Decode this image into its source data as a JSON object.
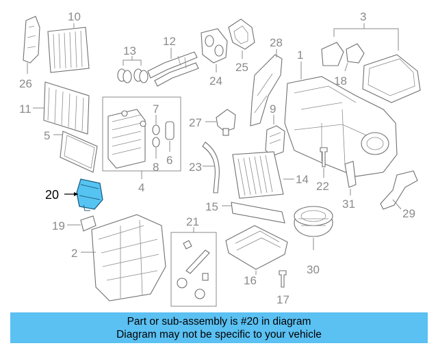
{
  "diagram": {
    "callouts": [
      "1",
      "2",
      "3",
      "4",
      "5",
      "6",
      "7",
      "8",
      "9",
      "10",
      "11",
      "12",
      "13",
      "14",
      "15",
      "16",
      "17",
      "18",
      "19",
      "20",
      "21",
      "22",
      "23",
      "24",
      "25",
      "26",
      "27",
      "28",
      "29",
      "30",
      "31"
    ],
    "highlighted_part": "20",
    "highlight_color": "#56c4f2"
  },
  "banner": {
    "line1": "Part or sub-assembly is #20 in diagram",
    "line2": "Diagram may not be specific to your vehicle",
    "background": "#5bc0f2"
  }
}
